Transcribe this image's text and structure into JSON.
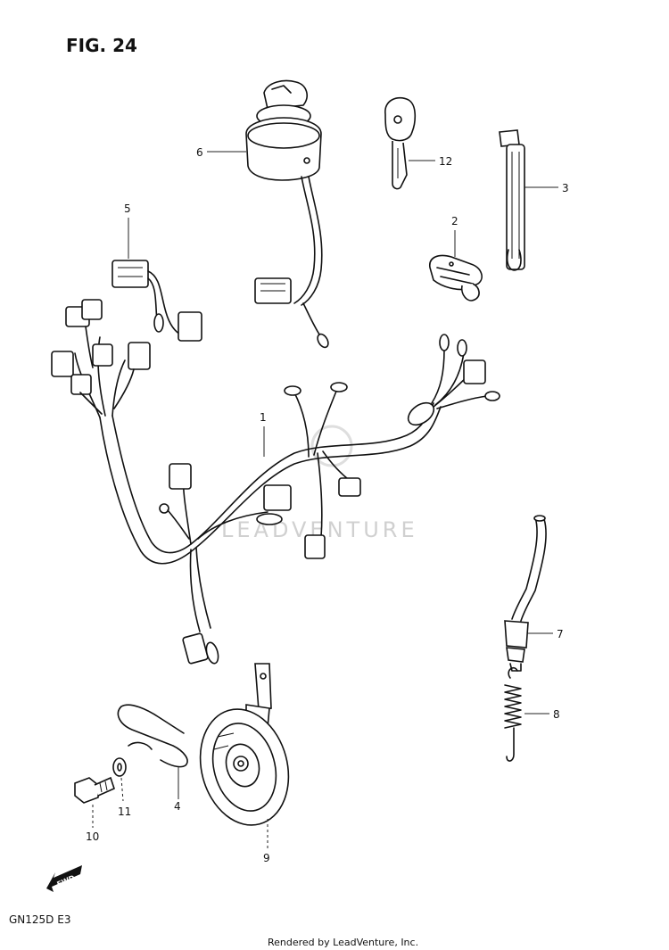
{
  "figure": {
    "title": "FIG. 24"
  },
  "model": "GN125D  E3",
  "watermark": "LEADVENTURE",
  "footer": "Rendered by LeadVenture, Inc.",
  "fwd_label": "FWD",
  "callouts": {
    "p1": "1",
    "p2": "2",
    "p3": "3",
    "p4": "4",
    "p5": "5",
    "p6": "6",
    "p7": "7",
    "p8": "8",
    "p9": "9",
    "p10": "10",
    "p11": "11",
    "p12": "12"
  }
}
